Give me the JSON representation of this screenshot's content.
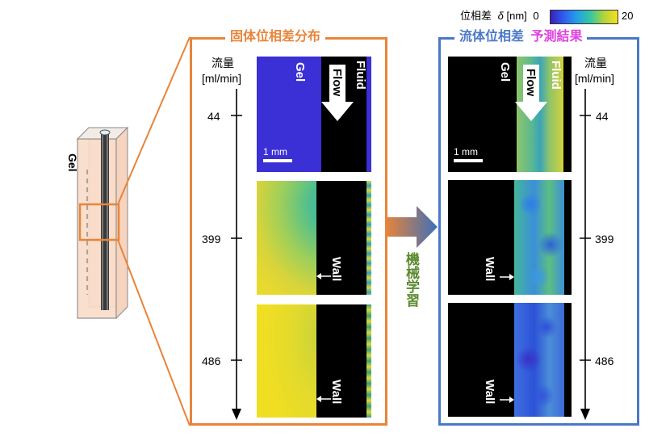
{
  "colors": {
    "solid_frame": "#e8843a",
    "fluid_frame": "#4a78c8",
    "predict_text": "#e040e0",
    "ml_text": "#5b8a2e",
    "gel_blue": "#3b2fd6"
  },
  "left_panel": {
    "title": "固体位相差分布",
    "axis_title_line1": "流量",
    "axis_title_line2": "[ml/min]",
    "flow_ticks": [
      "44",
      "399",
      "486"
    ]
  },
  "right_panel": {
    "title_part1": "流体位相差",
    "title_part2": "予測結果",
    "axis_title_line1": "流量",
    "axis_title_line2": "[ml/min]",
    "flow_ticks": [
      "44",
      "399",
      "486"
    ]
  },
  "colorbar": {
    "label": "位相差",
    "symbol": "δ",
    "unit": "[nm]",
    "min": "0",
    "max": "20"
  },
  "image_labels": {
    "gel": "Gel",
    "fluid": "Fluid",
    "flow": "Flow",
    "wall": "Wall",
    "scale": "1 mm"
  },
  "specimen": {
    "gel": "Gel"
  },
  "arrow_label": "機械学習"
}
